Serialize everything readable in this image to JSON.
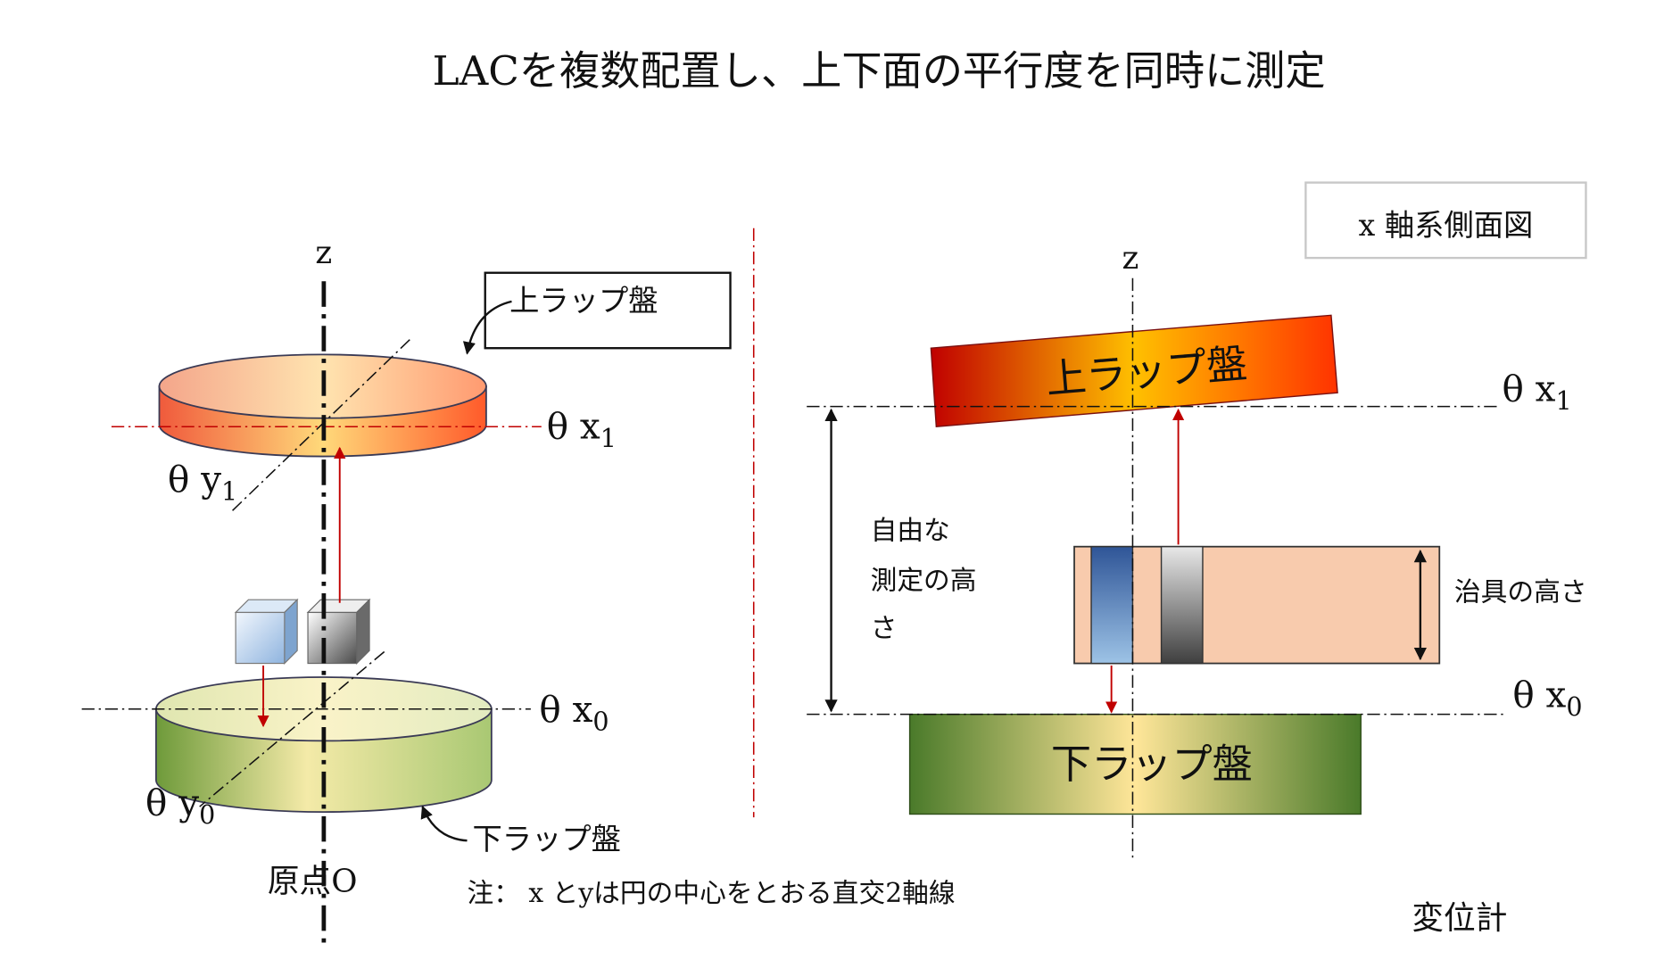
{
  "title": "LACを複数配置し、上下面の平行度を同時に測定",
  "left": {
    "z_label": "z",
    "upper_box_label": "上ラップ盤",
    "theta_x1": {
      "main": "θ x",
      "sub": "1"
    },
    "theta_y1": {
      "main": "θ y",
      "sub": "1"
    },
    "theta_x0": {
      "main": "θ x",
      "sub": "0"
    },
    "theta_y0": {
      "main": "θ y",
      "sub": "0"
    },
    "lower_label": "下ラップ盤",
    "origin_label": "原点O",
    "note": "注： x とyは円の中心をとおる直交2軸線"
  },
  "right": {
    "view_label": "x 軸系側面図",
    "z_label": "z",
    "upper_plate_label": "上ラップ盤",
    "lower_plate_label": "下ラップ盤",
    "theta_x1": {
      "main": "θ x",
      "sub": "1"
    },
    "theta_x0": {
      "main": "θ x",
      "sub": "0"
    },
    "free_height_lines": [
      "自由な",
      "測定の高",
      "さ"
    ],
    "fixture_height_label": "治具の高さ",
    "sensor_label": "変位計"
  },
  "colors": {
    "upper_lap_red": "#c00000",
    "upper_lap_yellow": "#ffc000",
    "lower_lap_green": "#4a7a2a",
    "fixture_peach": "#f8cbad",
    "arrow_red": "#c00000",
    "sensor_blue": "#2f5597",
    "sensor_gray": "#7f7f7f",
    "separator_red": "#c00000"
  }
}
